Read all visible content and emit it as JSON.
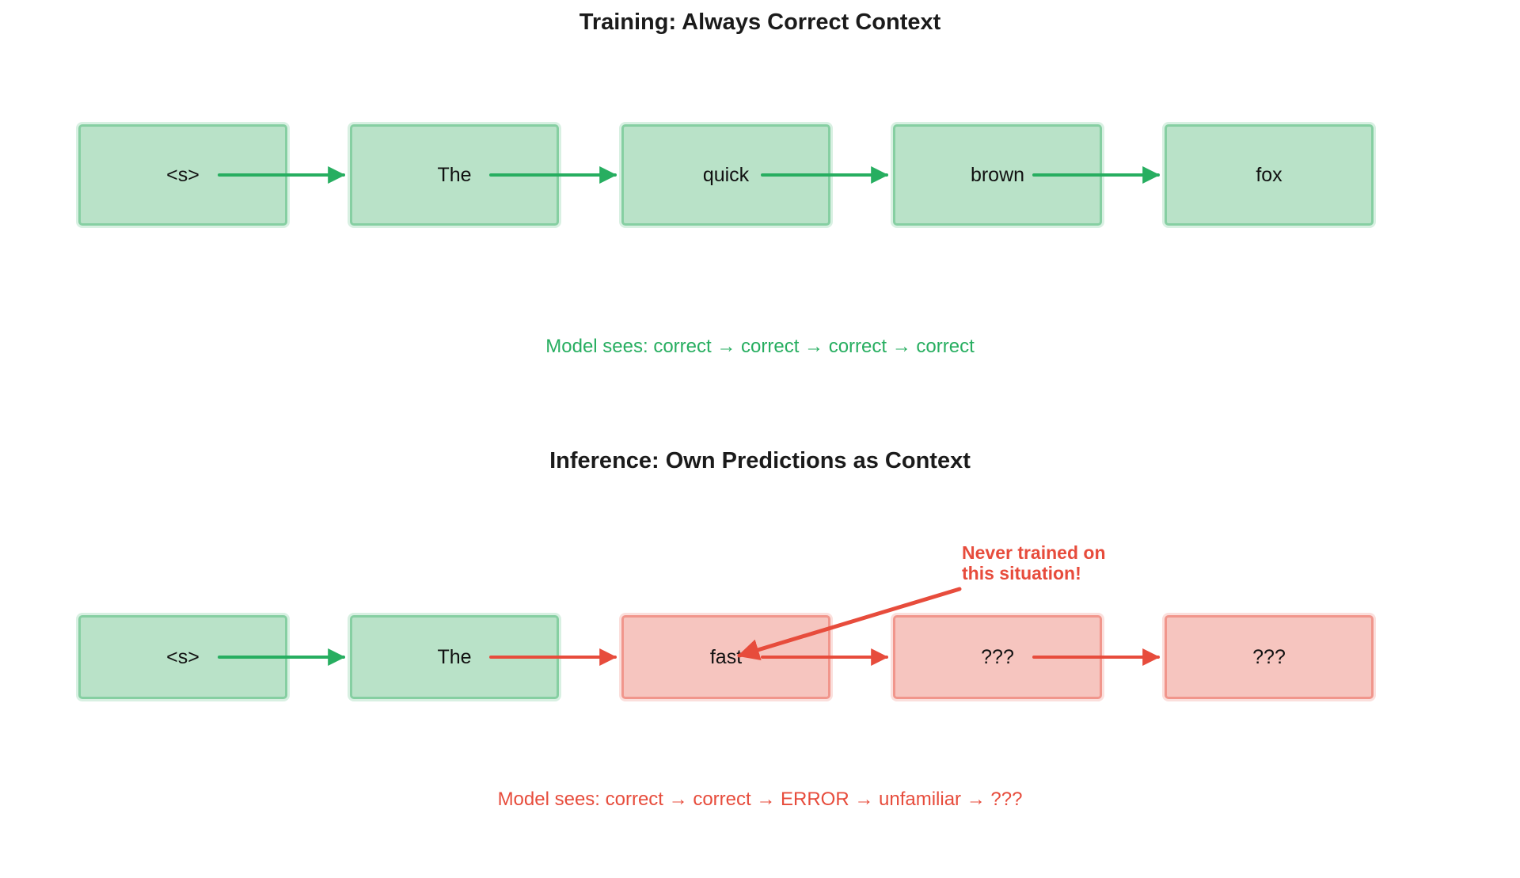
{
  "colors": {
    "green": "#27ae60",
    "red": "#e74c3c",
    "greenBoxFill": "#b9e2c8",
    "greenBoxBorder": "#86cfa2",
    "redBoxFill": "#f6c5bf",
    "redBoxBorder": "#f1968c",
    "ink": "#1b1b1b",
    "bg": "#ffffff"
  },
  "training": {
    "title": "Training: Always Correct Context",
    "tokens": [
      "<s>",
      "The",
      "quick",
      "brown",
      "fox"
    ],
    "summary": "Model sees: correct → correct → correct → correct"
  },
  "inference": {
    "title": "Inference: Own Predictions as Context",
    "tokens": [
      "<s>",
      "The",
      "fast",
      "???",
      "???"
    ],
    "summary": "Model sees: correct → correct → ERROR → unfamiliar → ???",
    "annotation": {
      "line1": "Never trained on",
      "line2": "this situation!"
    }
  }
}
